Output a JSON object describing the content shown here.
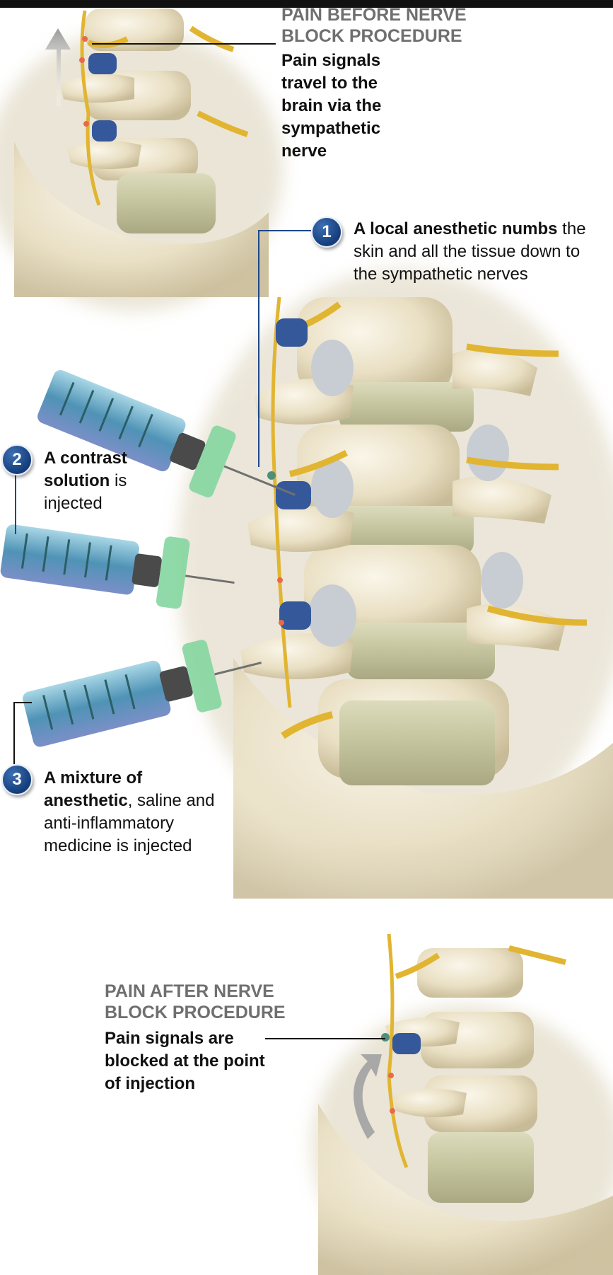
{
  "top_panel": {
    "heading_line1": "PAIN BEFORE NERVE",
    "heading_line2": "BLOCK PROCEDURE",
    "body_lines": [
      "Pain signals",
      "travel to the",
      "brain via the",
      "sympathetic",
      "nerve"
    ]
  },
  "steps": [
    {
      "number": "1",
      "bold": "A local anesthetic numbs",
      "rest": " the",
      "lines_after": [
        "skin and all the tissue down to",
        "the sympathetic nerves"
      ]
    },
    {
      "number": "2",
      "bold_line1": "A contrast",
      "bold_line2": "solution",
      "rest_line2": " is",
      "line3": "injected"
    },
    {
      "number": "3",
      "bold_line1": "A mixture of",
      "bold_line2": "anesthetic",
      "rest_line2": ", saline and",
      "line3": "anti-inflammatory",
      "line4": "medicine is injected"
    }
  ],
  "bottom_panel": {
    "heading_line1": "PAIN AFTER NERVE",
    "heading_line2": "BLOCK PROCEDURE",
    "body_lines": [
      "Pain signals are",
      "blocked  at the point",
      "of injection"
    ]
  },
  "colors": {
    "bone": "#ece3c8",
    "disc": "#cfcfae",
    "nerve": "#e1b531",
    "vessel": "#34589a",
    "syringe": "#5b9fc0",
    "hub": "#84d6a0",
    "badge": "#1c4789",
    "heading_gray": "#6f6f6f"
  }
}
